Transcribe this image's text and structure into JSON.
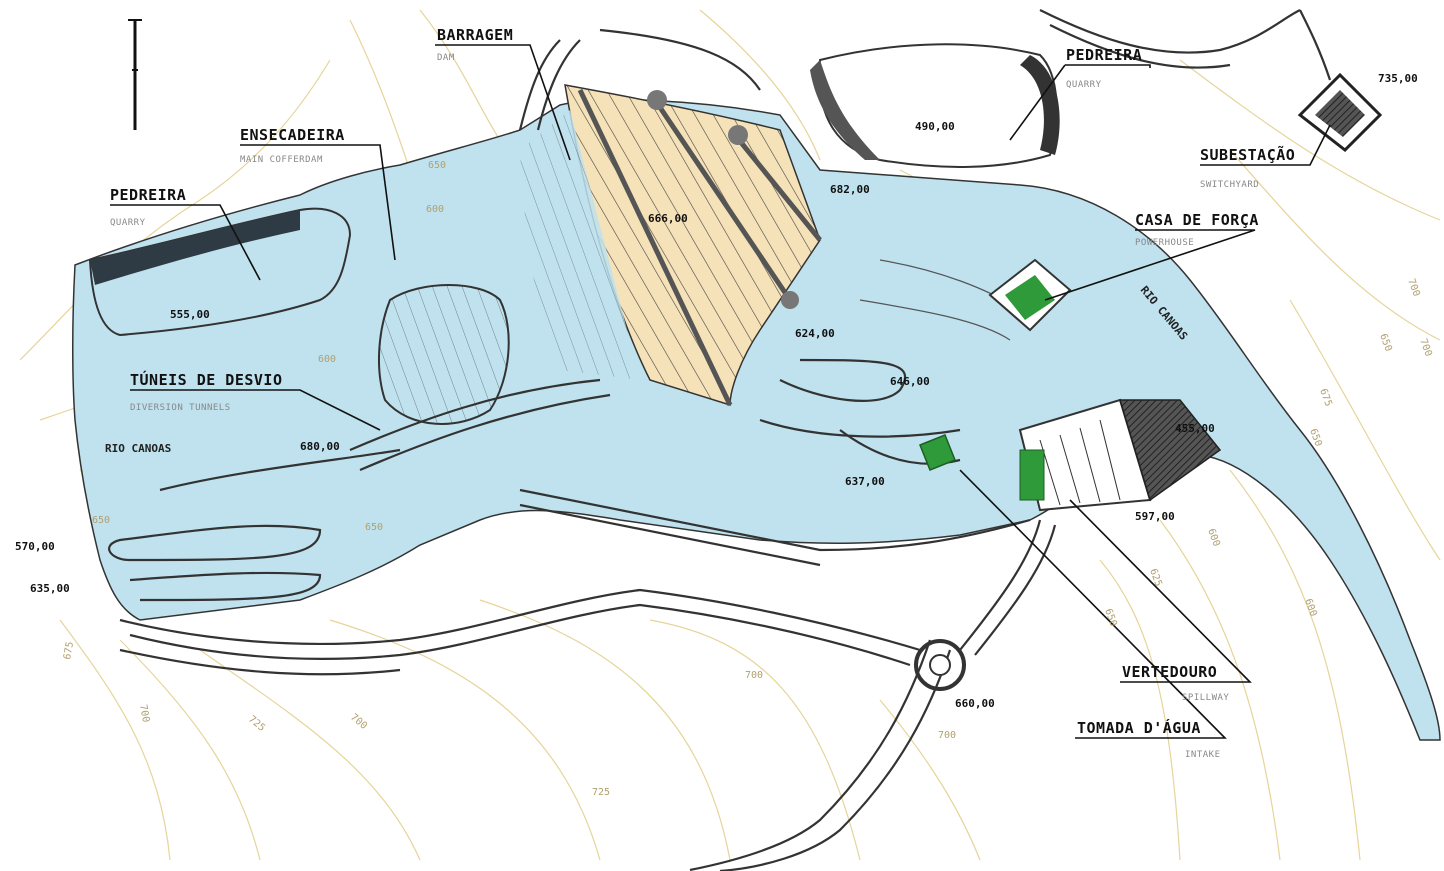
{
  "labels": {
    "barragem": {
      "title": "BARRAGEM",
      "sub": "DAM"
    },
    "pedreira_right": {
      "title": "PEDREIRA",
      "sub": "QUARRY"
    },
    "ensecadeira": {
      "title": "ENSECADEIRA",
      "sub": "MAIN COFFERDAM"
    },
    "pedreira_left": {
      "title": "PEDREIRA",
      "sub": "QUARRY"
    },
    "subestacao": {
      "title": "SUBESTAÇÃO",
      "sub": "SWITCHYARD"
    },
    "casa_de_forca": {
      "title": "CASA DE FORÇA",
      "sub": "POWERHOUSE"
    },
    "tuneis": {
      "title": "TÚNEIS DE DESVIO",
      "sub": "DIVERSION TUNNELS"
    },
    "vertedouro": {
      "title": "VERTEDOURO",
      "sub": "SPILLWAY"
    },
    "tomada": {
      "title": "TOMADA D'ÁGUA",
      "sub": "INTAKE"
    }
  },
  "rivers": {
    "left": "RIO CANOAS",
    "right": "RIO CANOAS"
  },
  "elevations": {
    "e1": "735,00",
    "e2": "490,00",
    "e3": "555,00",
    "e4": "666,00",
    "e5": "682,00",
    "e6": "624,00",
    "e7": "646,00",
    "e8": "680,00",
    "e9": "455,00",
    "e10": "637,00",
    "e11": "597,00",
    "e12": "570,00",
    "e13": "635,00",
    "e14": "660,00"
  },
  "contours": {
    "c1": "650",
    "c2": "600",
    "c3": "600",
    "c4": "650",
    "c5": "650",
    "c6": "675",
    "c7": "700",
    "c8": "725",
    "c9": "700",
    "c10": "700",
    "c11": "725",
    "c12": "700",
    "c13": "650",
    "c14": "625",
    "c15": "600",
    "c16": "700",
    "c17": "650",
    "c18": "700",
    "c19": "675",
    "c20": "650",
    "c21": "600"
  },
  "colors": {
    "water": "#bfe2ee",
    "dam_fill": "#f6e2b8",
    "contour": "#e6d49a",
    "structure_green": "#2e9a3a"
  }
}
